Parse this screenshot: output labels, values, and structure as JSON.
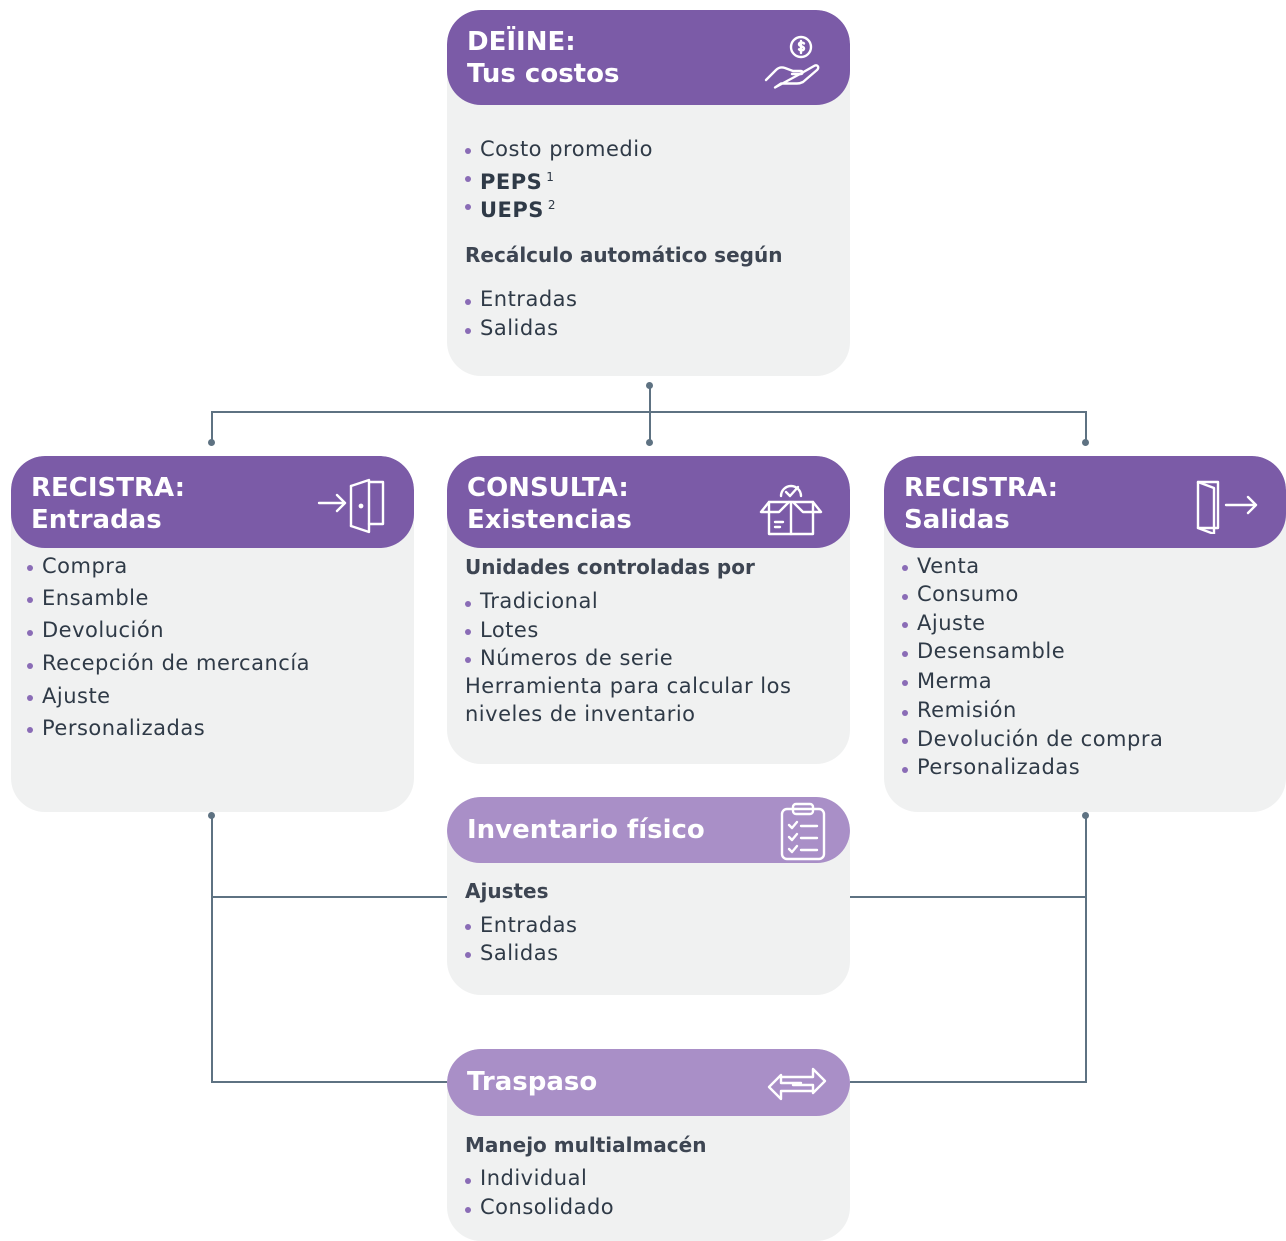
{
  "define": {
    "title_line1": "DEÏINE:",
    "title_line2": "Tus costos",
    "icon": "money-hand-icon",
    "items": [
      "Costo promedio",
      "PEPS",
      "UEPS"
    ],
    "sup_peps": "1",
    "sup_ueps": "2",
    "subtitle": "Recálculo automático según",
    "items2": [
      "Entradas",
      "Salidas"
    ]
  },
  "entradas": {
    "title_line1": "RECISTRA:",
    "title_line2": "Entradas",
    "icon": "door-enter-icon",
    "items": [
      "Compra",
      "Ensamble",
      "Devolución",
      "Recepción de mercancía",
      "Ajuste",
      "Personalizadas"
    ]
  },
  "consulta": {
    "title_line1": "CONSULTA:",
    "title_line2": "Existencias",
    "icon": "box-check-icon",
    "subtitle": "Unidades controladas por",
    "items": [
      "Tradicional",
      "Lotes",
      "Números de serie"
    ],
    "note_line1": "Herramienta para calcular los",
    "note_line2": "niveles de inventario"
  },
  "salidas": {
    "title_line1": "RECISTRA:",
    "title_line2": "Salidas",
    "icon": "door-exit-icon",
    "items": [
      "Venta",
      "Consumo",
      "Ajuste",
      "Desensamble",
      "Merma",
      "Remisión",
      "Devolución de compra",
      "Personalizadas"
    ]
  },
  "fisico": {
    "title": "Inventario físico",
    "icon": "clipboard-checklist-icon",
    "subtitle": "Ajustes",
    "items": [
      "Entradas",
      "Salidas"
    ]
  },
  "traspaso": {
    "title": "Traspaso",
    "icon": "swap-arrows-icon",
    "subtitle": "Manejo multialmacén",
    "items": [
      "Individual",
      "Consolidado"
    ]
  },
  "colors": {
    "header_dark": "#7b5ba7",
    "header_light": "#a98fc7",
    "card_bg": "#f0f1f1",
    "connector": "#5e7282"
  }
}
